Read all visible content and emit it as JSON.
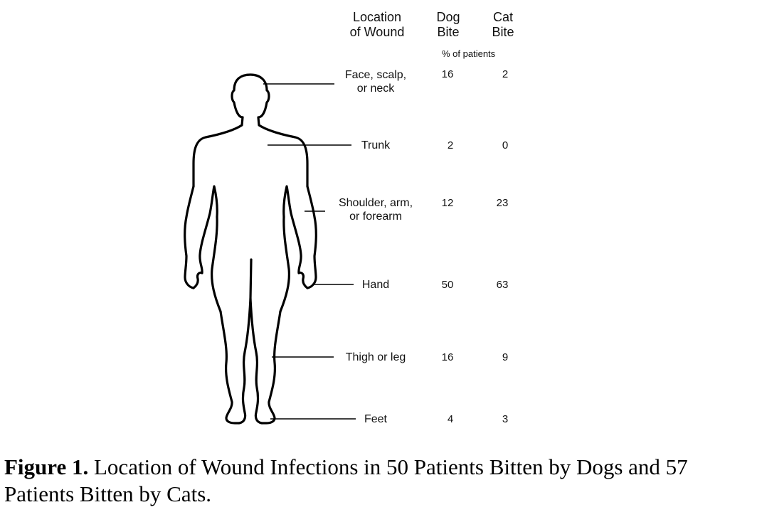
{
  "table": {
    "headers": {
      "location": "Location\nof Wound",
      "dog": "Dog\nBite",
      "cat": "Cat\nBite"
    },
    "units": "% of patients",
    "rows": [
      {
        "label": "Face, scalp,\nor neck",
        "dog": "16",
        "cat": "2"
      },
      {
        "label": "Trunk",
        "dog": "2",
        "cat": "0"
      },
      {
        "label": "Shoulder, arm,\nor forearm",
        "dog": "12",
        "cat": "23"
      },
      {
        "label": "Hand",
        "dog": "50",
        "cat": "63"
      },
      {
        "label": "Thigh or leg",
        "dog": "16",
        "cat": "9"
      },
      {
        "label": "Feet",
        "dog": "4",
        "cat": "3"
      }
    ]
  },
  "caption": {
    "label": "Figure 1.",
    "text": " Location of Wound Infections in 50 Patients Bitten by Dogs and 57 Patients Bitten by Cats."
  }
}
